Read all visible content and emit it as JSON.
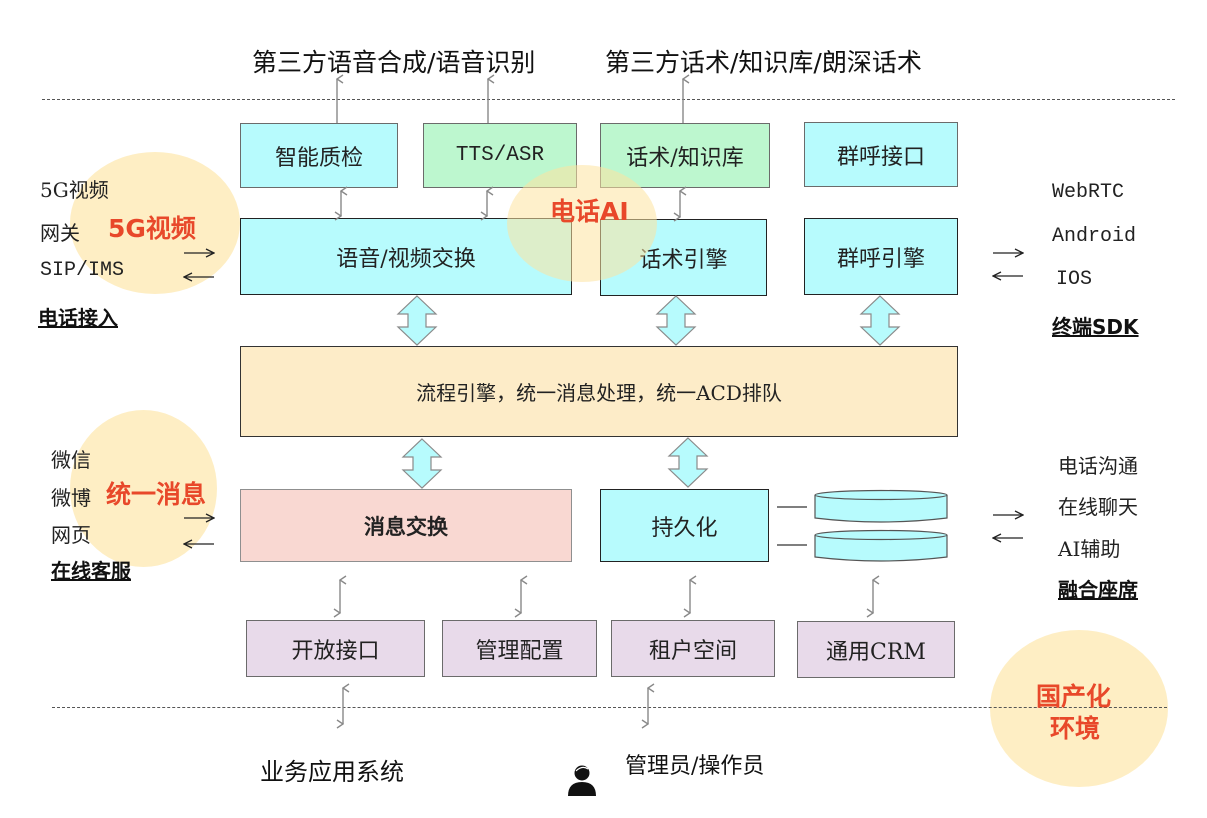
{
  "external": {
    "tts_asr_provider": "第三方语音合成/语音识别",
    "script_kb_provider": "第三方话术/知识库/朗深话术"
  },
  "ai_layer": {
    "quality_check": "智能质检",
    "tts_asr": "TTS/ASR",
    "script_kb": "话术/知识库",
    "group_call_api": "群呼接口"
  },
  "engine_layer": {
    "voice_video_switch": "语音/视频交换",
    "script_engine": "话术引擎",
    "group_call_engine": "群呼引擎"
  },
  "core": {
    "process_engine": "流程引擎，统一消息处理，统一ACD排队"
  },
  "message_layer": {
    "message_switch": "消息交换",
    "persistence": "持久化"
  },
  "service_layer": {
    "open_api": "开放接口",
    "admin_config": "管理配置",
    "tenant_space": "租户空间",
    "general_crm": "通用CRM"
  },
  "left_top": {
    "lines": [
      "5G视频",
      "网关",
      "SIP/IMS"
    ],
    "title": "电话接入",
    "highlight": "5G视频"
  },
  "left_bottom": {
    "lines": [
      "微信",
      "微博",
      "网页"
    ],
    "title": "在线客服",
    "highlight": "统一消息"
  },
  "right_top": {
    "lines": [
      "WebRTC",
      "Android",
      "IOS"
    ],
    "title": "终端SDK"
  },
  "right_bottom": {
    "lines": [
      "电话沟通",
      "在线聊天",
      "AI辅助"
    ],
    "title": "融合座席"
  },
  "highlights": {
    "phone_ai": "电话AI",
    "localization_line1": "国产化",
    "localization_line2": "环境"
  },
  "bottom": {
    "business_system": "业务应用系统",
    "admin_operator": "管理员/操作员",
    "person_icon": "person-icon"
  },
  "colors": {
    "highlight_text": "#e8482a",
    "highlight_circle": "#fde4a0",
    "cyan_box": "#b7fbfd",
    "green_box": "#bdf7cf",
    "beige_box": "#fdecc8",
    "pink_box": "#f9d8d2",
    "lavender_box": "#e8daea"
  }
}
